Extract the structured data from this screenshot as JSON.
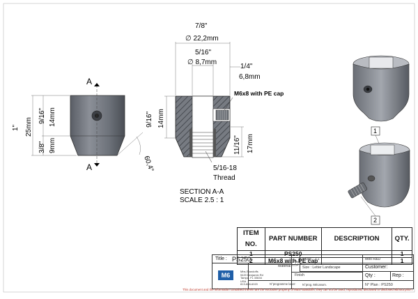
{
  "views": {
    "front": {
      "section_marker": "A",
      "dim_overall_in": "1\"",
      "dim_overall_mm": "25mm",
      "dim_upper_in": "9/16\"",
      "dim_upper_mm": "14mm",
      "dim_lower_in": "3/8\"",
      "dim_lower_mm": "9mm",
      "dim_angle": "60,4°"
    },
    "section": {
      "dim_outer_in": "7/8\"",
      "dim_outer_mm": "∅ 22,2mm",
      "dim_bore_in": "5/16\"",
      "dim_bore_mm": "∅ 8,7mm",
      "dim_depth_in": "1/4\"",
      "dim_depth_mm": "6,8mm",
      "callout_screw": "M6x8 with PE cap",
      "dim_height_in": "9/16\"",
      "dim_height_mm": "14mm",
      "dim_thread_len_in": "11/16\"",
      "dim_thread_len_mm": "17mm",
      "thread_label_1": "5/16-18",
      "thread_label_2": "Thread",
      "caption_1": "SECTION A-A",
      "caption_2": "SCALE 2.5 : 1"
    },
    "iso": {
      "balloon_1": "1",
      "balloon_2": "2"
    }
  },
  "bom": {
    "headers": [
      "ITEM NO.",
      "PART NUMBER",
      "DESCRIPTION",
      "QTY."
    ],
    "rows": [
      {
        "item": "1",
        "part": "PS250",
        "description": "",
        "qty": "1"
      },
      {
        "item": "2",
        "part": "M6x8 with PE cap",
        "description": "",
        "qty": "1"
      }
    ]
  },
  "title_block": {
    "title_label": "Title :",
    "title_value": "PS250",
    "scale": "Scale : 2:1",
    "size": "Size : Letter Landscape",
    "company": "Mbs R&D",
    "customer": "Customer:",
    "qty": "Qty :",
    "rep": "Rep :",
    "plan": "N° Plan : PS250",
    "material": "Material:",
    "finish": "Finish",
    "prog_laser": "N°programme laser:",
    "prog_mecanum": "N°prog. Mécanum.",
    "logo_text": "M6",
    "address_lines": [
      "Mbs-Standoffs",
      "5420 Benjamin Rd",
      "Tampa, FL 33634",
      "USA",
      "813-608-6020"
    ]
  },
  "footer_note": "This document and the information contained therein are the exclusive property of MBS-Standoffs, they can not be used, reproduced, disclosed or disclosed without prior authorization."
}
